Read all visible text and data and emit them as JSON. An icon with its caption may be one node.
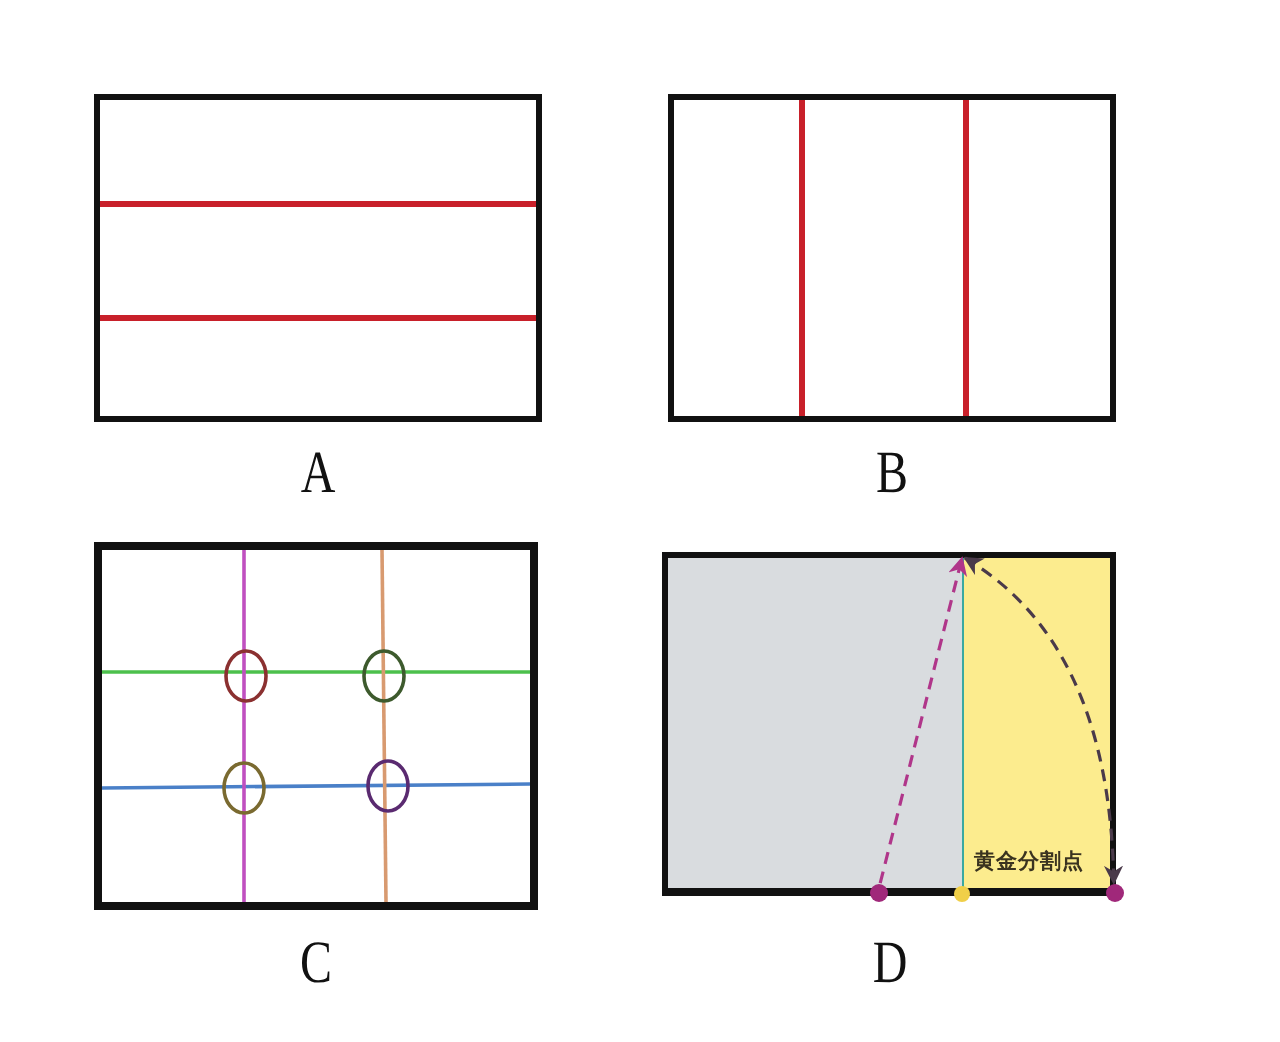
{
  "diagram": {
    "nodes": [
      {
        "text": [
          "A"
        ]
      },
      {
        "text": [
          "B"
        ]
      },
      {
        "text": [
          "C"
        ]
      },
      {
        "text": [
          "D"
        ]
      },
      {
        "text": [
          "黄金分割点"
        ],
        "in": 3
      },
      {
        "text": [],
        "shape": "circle"
      },
      {
        "text": [],
        "shape": "circle"
      }
    ],
    "edges": [
      {
        "from": 5,
        "to": 4,
        "arrow": "to",
        "style": "dashed",
        "color": "#b0368a"
      },
      {
        "from": 4,
        "to": 6,
        "arrow": "both",
        "style": "dashed",
        "color": "#4a3a4a"
      }
    ]
  }
}
